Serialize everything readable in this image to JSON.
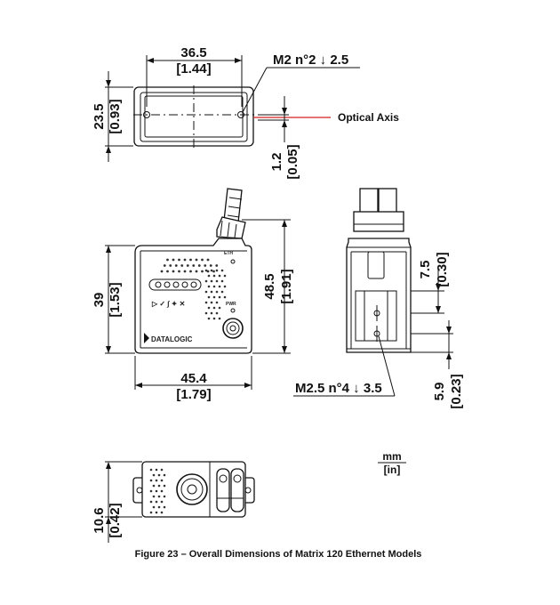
{
  "top_view": {
    "width_mm": "36.5",
    "width_in": "[1.44]",
    "height_mm": "23.5",
    "height_in": "[0.93]",
    "thread_callout": "M2 n°2 ↓ 2.5",
    "optical_axis_label": "Optical Axis",
    "offset_mm": "1.2",
    "offset_in": "[0.05]"
  },
  "front_view": {
    "body_height_mm": "39",
    "body_height_in": "[1.53]",
    "overall_height_mm": "48.5",
    "overall_height_in": "[1.91]",
    "width_mm": "45.4",
    "width_in": "[1.79]",
    "eth_label": "ETH",
    "pwr_label": "PWR",
    "logo_text": "DATALOGIC",
    "led_glyphs": "▷ ✓ ∫ ✦ ✕"
  },
  "side_view": {
    "upper_mm": "7.5",
    "upper_in": "[0.30]",
    "lower_mm": "5.9",
    "lower_in": "[0.23]",
    "thread_callout": "M2.5 n°4 ↓ 3.5"
  },
  "bottom_view": {
    "height_mm": "10.6",
    "height_in": "[0.42]"
  },
  "units": {
    "primary": "mm",
    "secondary": "[in]"
  },
  "caption": "Figure 23 – Overall Dimensions of Matrix 120 Ethernet Models",
  "colors": {
    "line": "#111111",
    "optical_axis_leader": "#d32020",
    "background": "#ffffff"
  }
}
